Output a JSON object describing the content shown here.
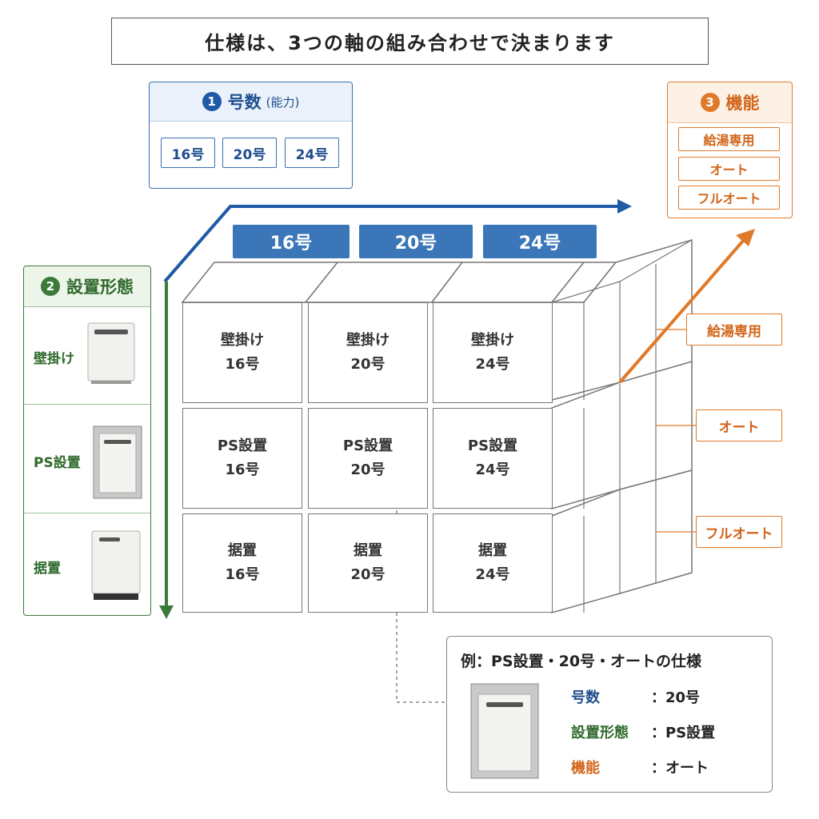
{
  "title": "仕様は、3つの軸の組み合わせで決まります",
  "colors": {
    "capacity": "#1f4e8e",
    "install": "#2f6a2c",
    "function": "#d2651a"
  },
  "axis_capacity": {
    "badge": "1",
    "title": "号数",
    "subtitle": "(能力)",
    "options": [
      "16号",
      "20号",
      "24号"
    ]
  },
  "axis_install": {
    "badge": "2",
    "title": "設置形態",
    "options": [
      "壁掛け",
      "PS設置",
      "据置"
    ]
  },
  "axis_function": {
    "badge": "3",
    "title": "機能",
    "options": [
      "給湯専用",
      "オート",
      "フルオート"
    ]
  },
  "grid": {
    "column_headers": [
      "16号",
      "20号",
      "24号"
    ],
    "cells": [
      [
        "壁掛け",
        "16号"
      ],
      [
        "壁掛け",
        "20号"
      ],
      [
        "壁掛け",
        "24号"
      ],
      [
        "PS設置",
        "16号"
      ],
      [
        "PS設置",
        "20号"
      ],
      [
        "PS設置",
        "24号"
      ],
      [
        "据置",
        "16号"
      ],
      [
        "据置",
        "20号"
      ],
      [
        "据置",
        "24号"
      ]
    ],
    "depth_labels": [
      "給湯専用",
      "オート",
      "フルオート"
    ]
  },
  "example": {
    "title": "例：PS設置・20号・オートの仕様",
    "rows": [
      {
        "key": "号数",
        "sep": "：",
        "value": "20号",
        "color": "#1f4e8e"
      },
      {
        "key": "設置形態",
        "sep": "：",
        "value": "PS設置",
        "color": "#2f6a2c"
      },
      {
        "key": "機能",
        "sep": "：",
        "value": "オート",
        "color": "#d2651a"
      }
    ]
  }
}
